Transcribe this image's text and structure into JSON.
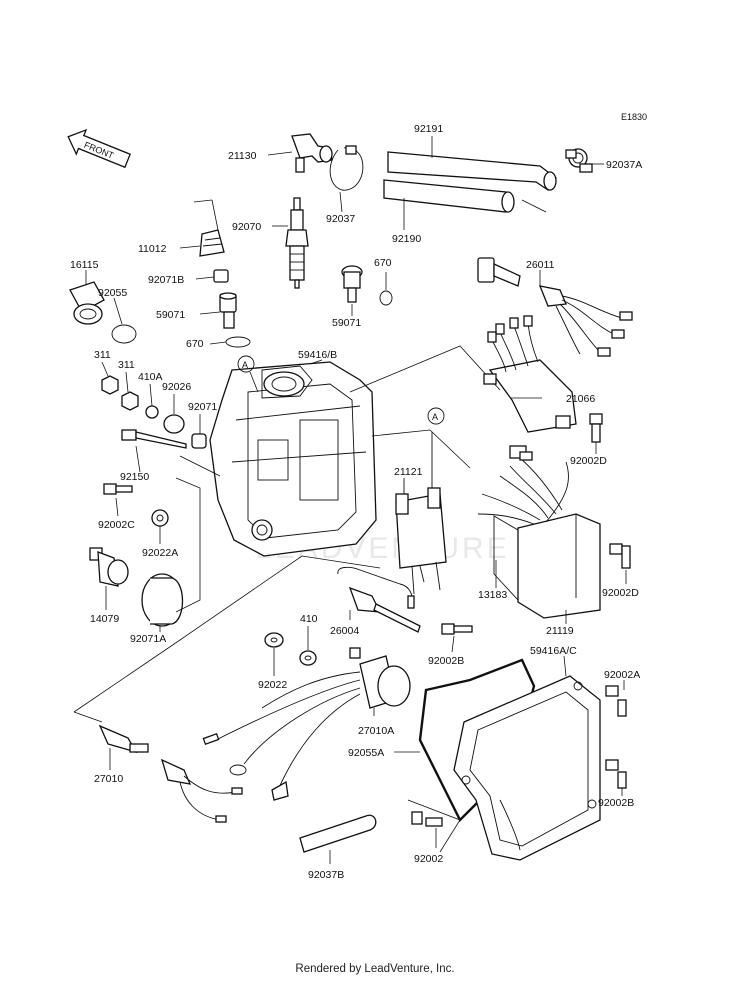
{
  "diagram_code": "E1830",
  "front_label": "FRONT",
  "watermark": "LEADVENTURE",
  "footer": "Rendered by LeadVenture, Inc.",
  "callouts": {
    "a1": "A",
    "a2": "A"
  },
  "parts": {
    "p21130": "21130",
    "p92191": "92191",
    "p92037A": "92037A",
    "p92070": "92070",
    "p92037": "92037",
    "p92190": "92190",
    "p11012": "11012",
    "p16115": "16115",
    "p92071B": "92071B",
    "p670a": "670",
    "p26011": "26011",
    "p92055": "92055",
    "p59071a": "59071",
    "p59071b": "59071",
    "p670b": "670",
    "p59416B": "59416/B",
    "p311a": "311",
    "p311b": "311",
    "p410A": "410A",
    "p92026": "92026",
    "p92071": "92071",
    "p21066": "21066",
    "p92002D_a": "92002D",
    "p92150": "92150",
    "p21121": "21121",
    "p92002C": "92002C",
    "p92022A": "92022A",
    "p14079": "14079",
    "p92071A": "92071A",
    "p26004": "26004",
    "p13183": "13183",
    "p92002D_b": "92002D",
    "p21119": "21119",
    "p410": "410",
    "p92022": "92022",
    "p92002B_a": "92002B",
    "p59416AC": "59416A/C",
    "p92002A": "92002A",
    "p27010A": "27010A",
    "p92055A": "92055A",
    "p27010": "27010",
    "p92002B_b": "92002B",
    "p92037B": "92037B",
    "p92002": "92002"
  }
}
